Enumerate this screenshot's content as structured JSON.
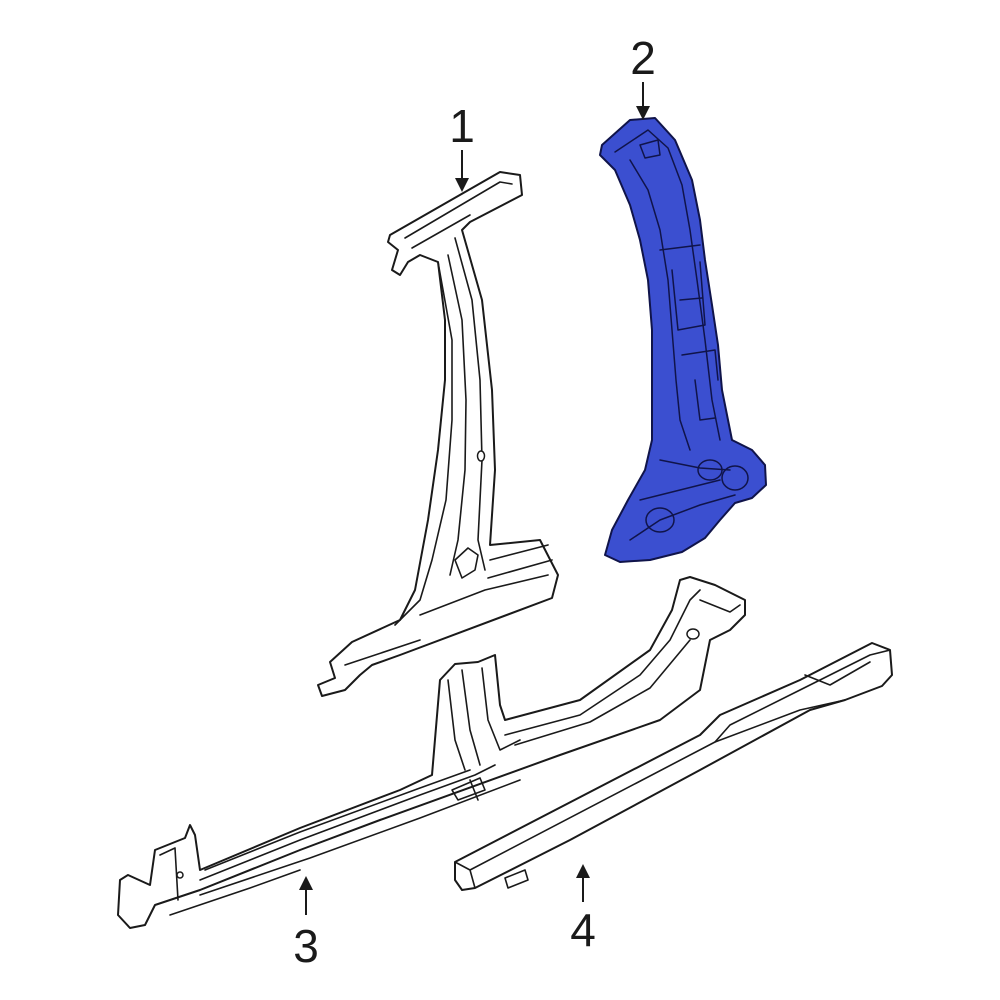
{
  "diagram": {
    "highlight_color": "#3b4fd0",
    "callouts": [
      {
        "id": "1",
        "label": "1"
      },
      {
        "id": "2",
        "label": "2"
      },
      {
        "id": "3",
        "label": "3"
      },
      {
        "id": "4",
        "label": "4"
      }
    ],
    "parts": [
      {
        "number": "1",
        "highlighted": false
      },
      {
        "number": "2",
        "highlighted": true
      },
      {
        "number": "3",
        "highlighted": false
      },
      {
        "number": "4",
        "highlighted": false
      }
    ]
  }
}
